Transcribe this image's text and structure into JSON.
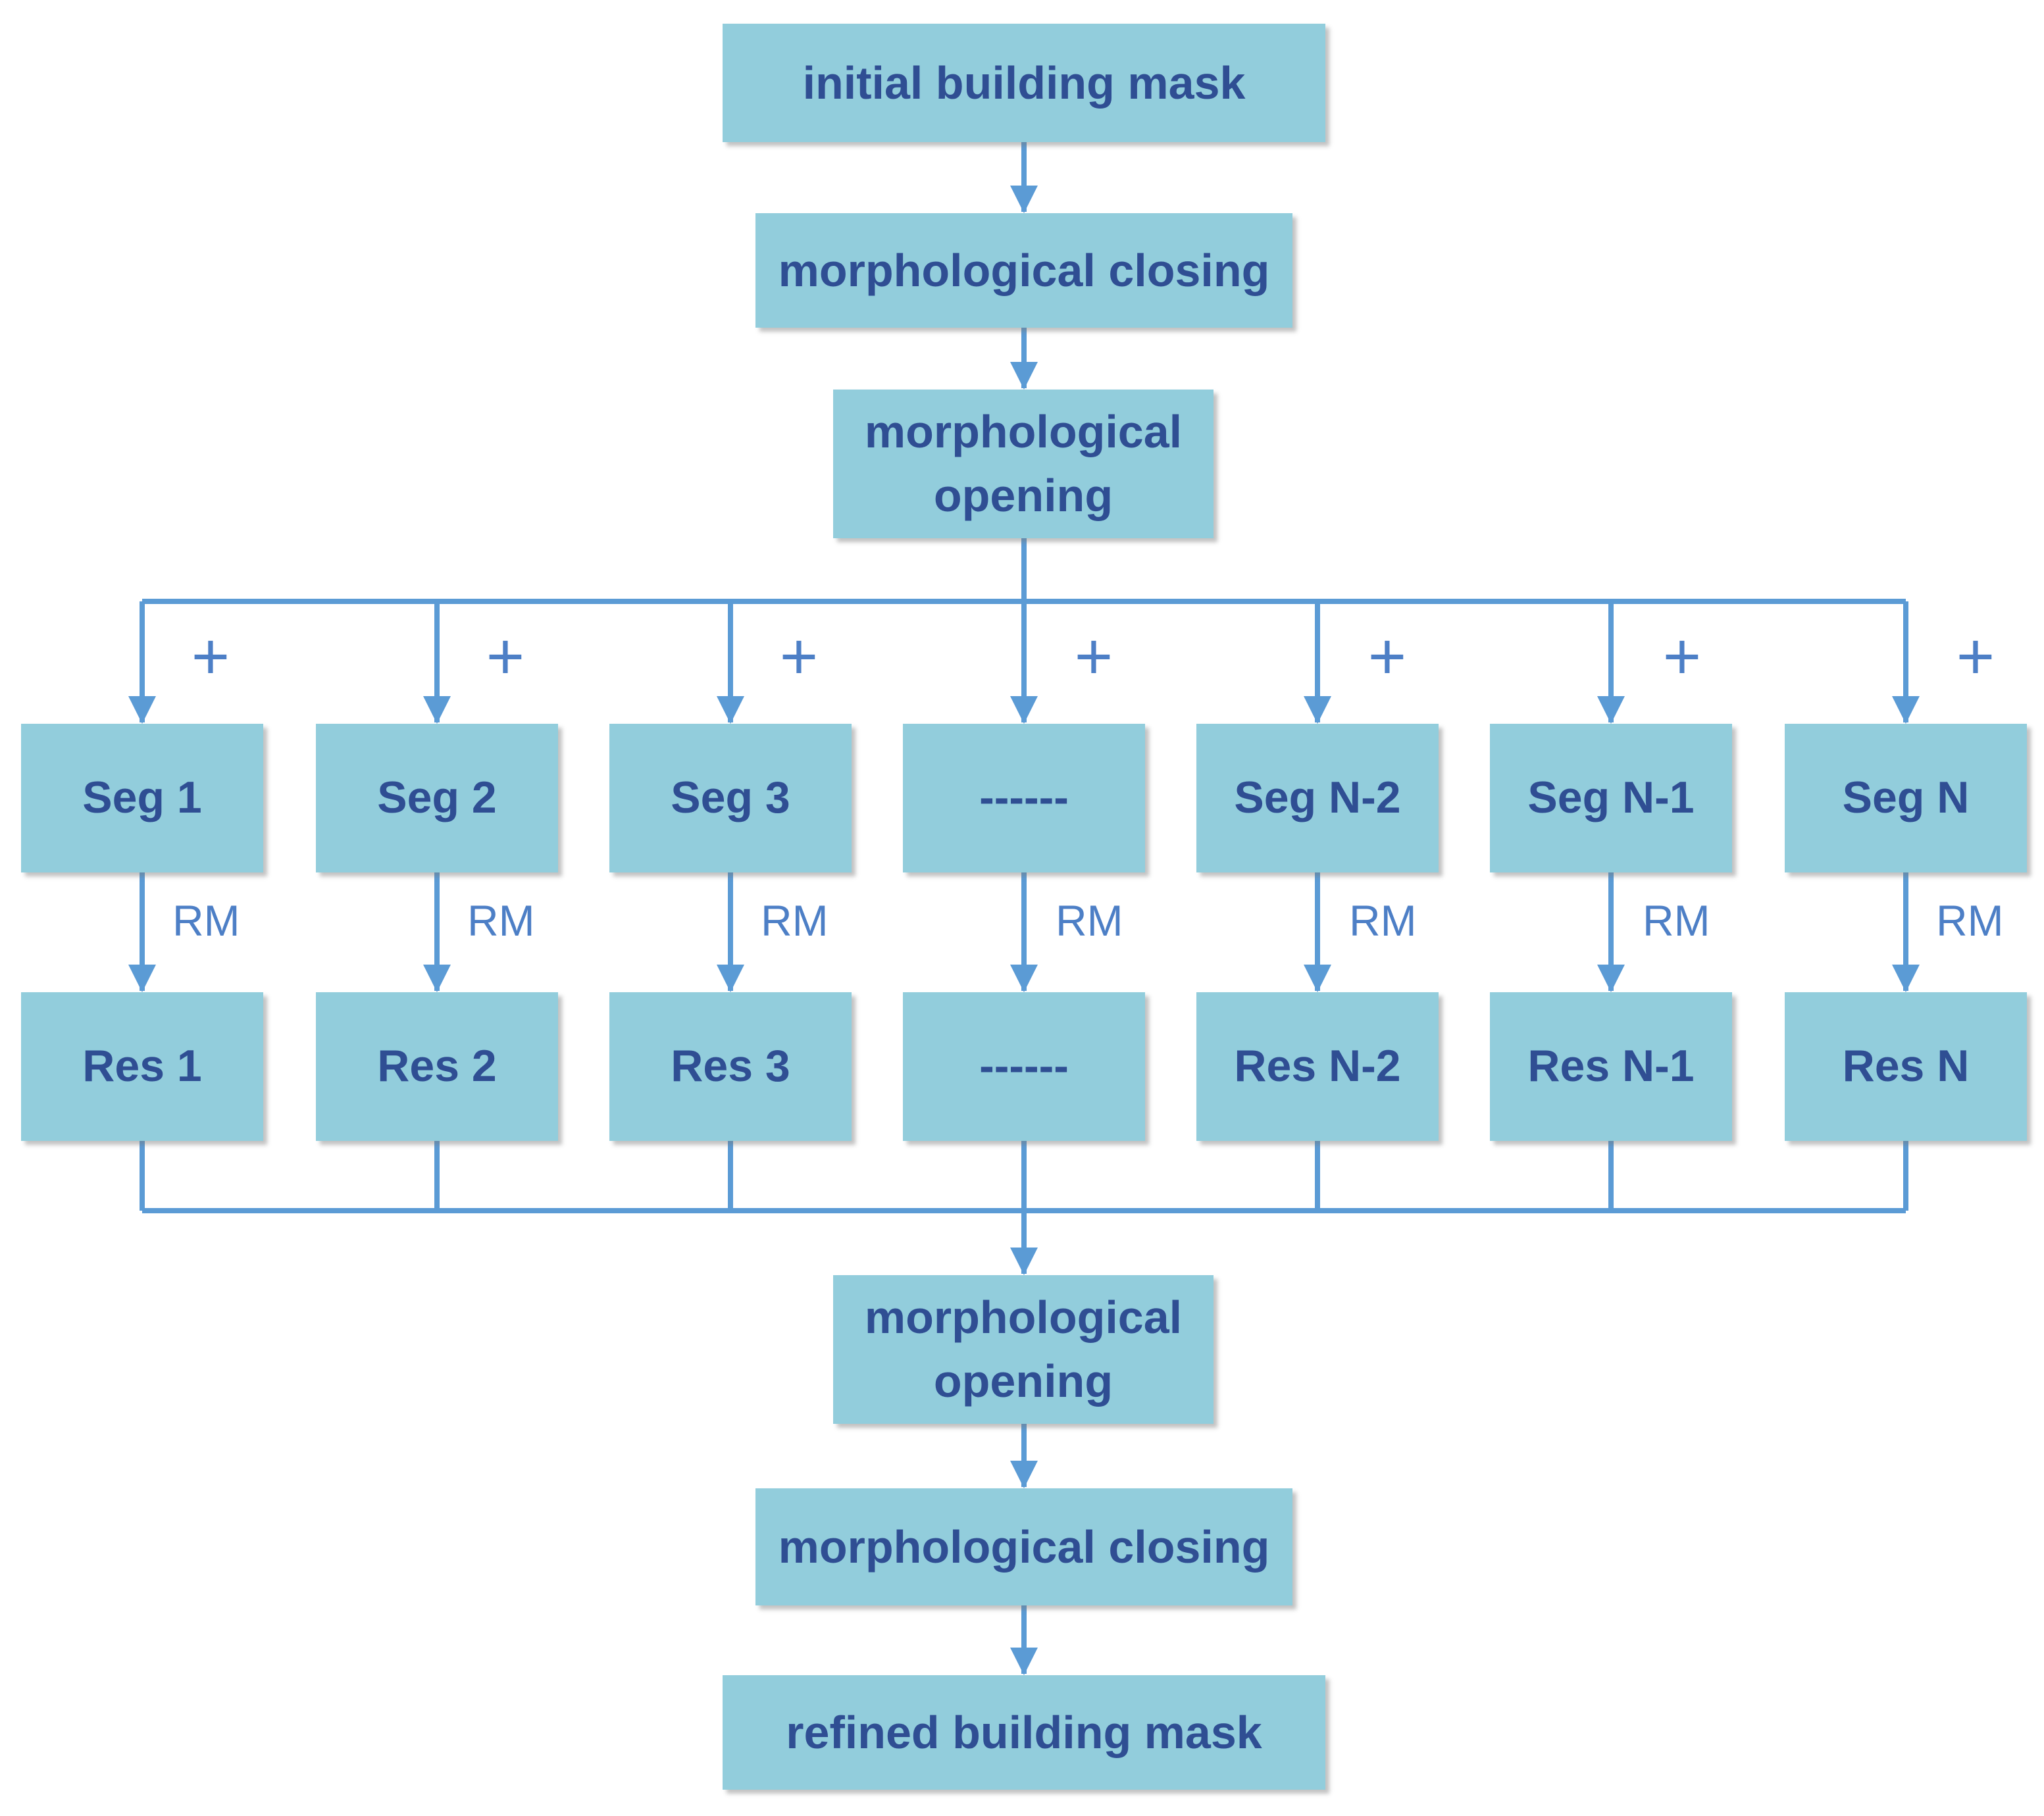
{
  "colors": {
    "box_fill": "#92CDDC",
    "box_text": "#2F4E93",
    "connector": "#5B9BD5",
    "annotation": "#4D7FC6"
  },
  "top_stages": [
    {
      "lines": [
        "initial building mask"
      ]
    },
    {
      "lines": [
        "morphological closing"
      ]
    },
    {
      "lines": [
        "morphological",
        "opening"
      ]
    }
  ],
  "segments": [
    {
      "seg": "Seg 1",
      "res": "Res 1"
    },
    {
      "seg": "Seg 2",
      "res": "Res 2"
    },
    {
      "seg": "Seg 3",
      "res": "Res 3"
    },
    {
      "seg": "------",
      "res": "------"
    },
    {
      "seg": "Seg N-2",
      "res": "Res N-2"
    },
    {
      "seg": "Seg N-1",
      "res": "Res N-1"
    },
    {
      "seg": "Seg N",
      "res": "Res N"
    }
  ],
  "branch_symbol": "+",
  "edge_label": "RM",
  "bottom_stages": [
    {
      "lines": [
        "morphological",
        "opening"
      ]
    },
    {
      "lines": [
        "morphological closing"
      ]
    },
    {
      "lines": [
        "refined building mask"
      ]
    }
  ]
}
